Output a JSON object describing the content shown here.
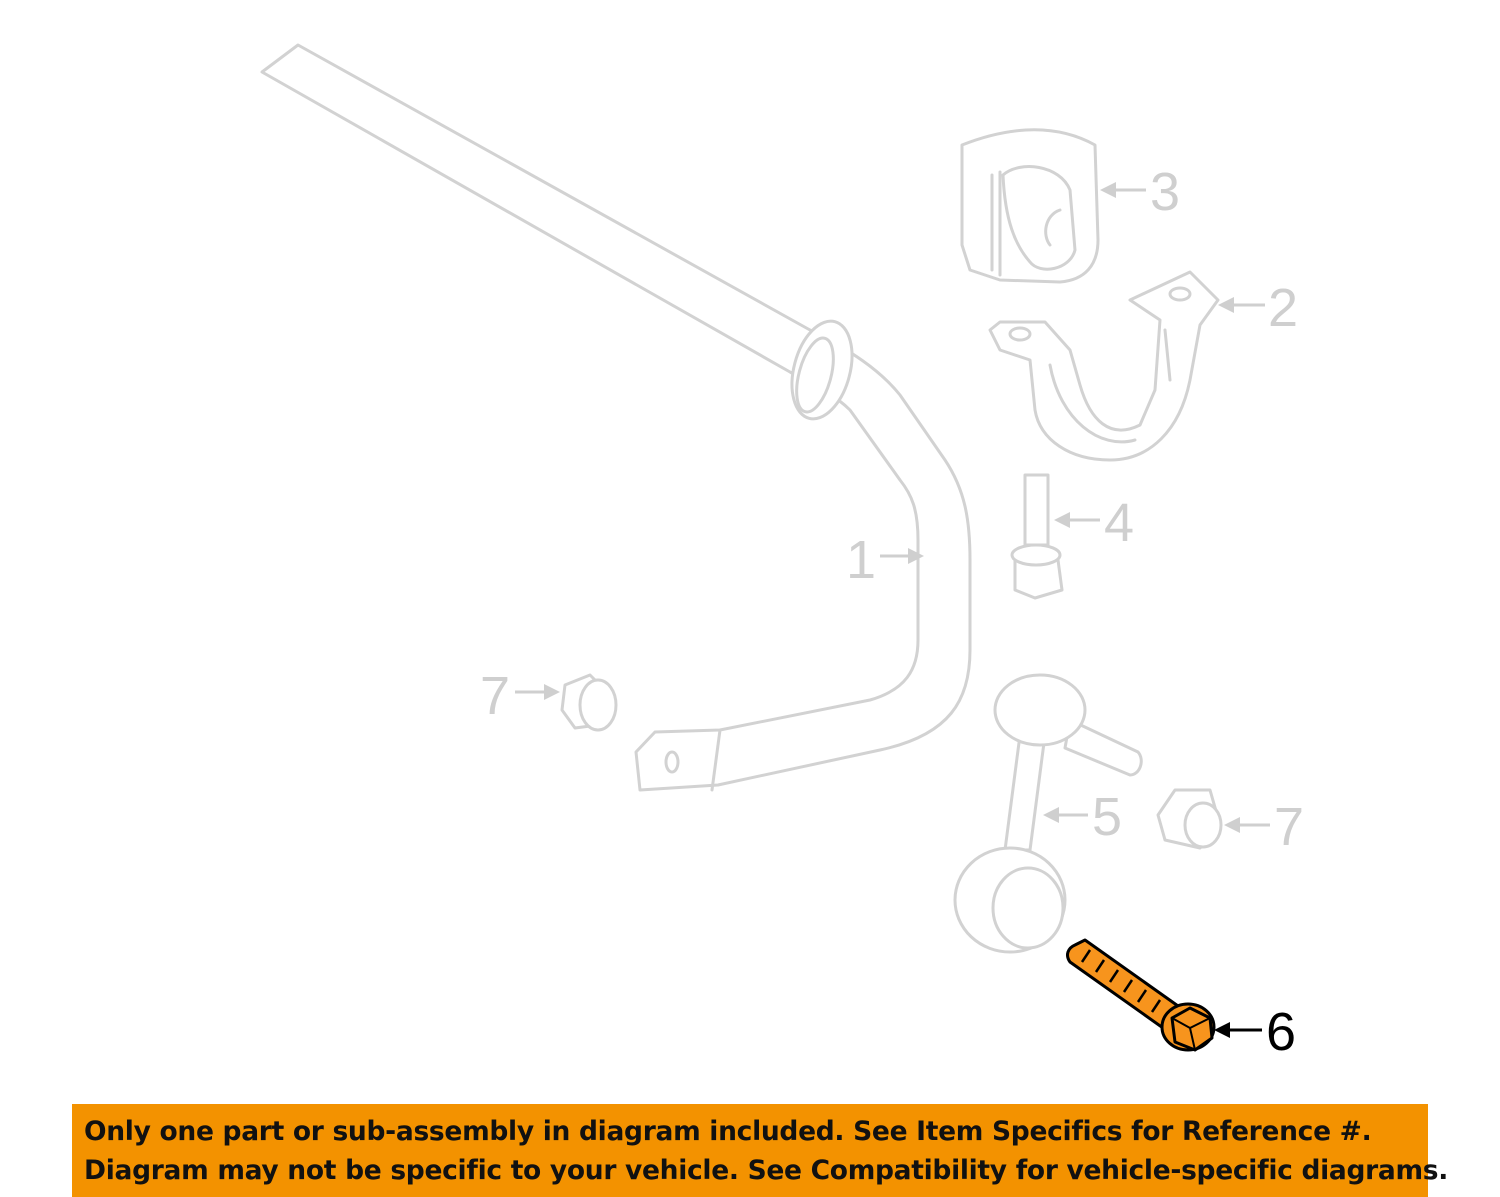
{
  "callouts": {
    "c1": "1",
    "c2": "2",
    "c3": "3",
    "c4": "4",
    "c5": "5",
    "c6": "6",
    "c7a": "7",
    "c7b": "7"
  },
  "highlighted_part": "6",
  "colors": {
    "highlight": "#f7941d",
    "banner": "#f39200",
    "ghost": "#d2d2d2"
  },
  "banner": {
    "line1": "Only one part or sub-assembly in diagram included. See Item Specifics for Reference #.",
    "line2": "Diagram may not be specific to your vehicle. See Compatibility for vehicle-specific diagrams."
  }
}
